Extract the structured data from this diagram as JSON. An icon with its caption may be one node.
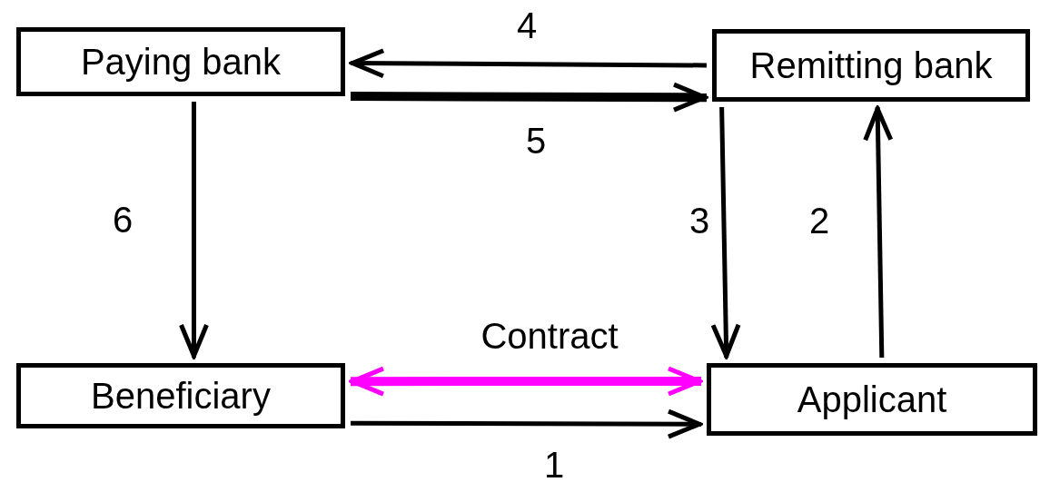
{
  "diagram": {
    "nodes": [
      {
        "text": [
          "Paying bank"
        ]
      },
      {
        "text": [
          "Remitting bank"
        ]
      },
      {
        "text": [
          "Beneficiary"
        ]
      },
      {
        "text": [
          "Applicant"
        ]
      }
    ],
    "edges": [
      {
        "from": 1,
        "to": 0,
        "arrow": "to",
        "label": "4"
      },
      {
        "from": 0,
        "to": 1,
        "arrow": "to",
        "label": "5",
        "style": "thick"
      },
      {
        "from": 0,
        "to": 2,
        "arrow": "to",
        "label": "6"
      },
      {
        "from": 1,
        "to": 3,
        "arrow": "to",
        "label": "3"
      },
      {
        "from": 3,
        "to": 1,
        "arrow": "to",
        "label": "2"
      },
      {
        "from": 2,
        "to": 3,
        "arrow": "both",
        "label": "Contract",
        "style": "thick",
        "color": "#ff00ff"
      },
      {
        "from": 2,
        "to": 3,
        "arrow": "to",
        "label": "1"
      }
    ]
  }
}
